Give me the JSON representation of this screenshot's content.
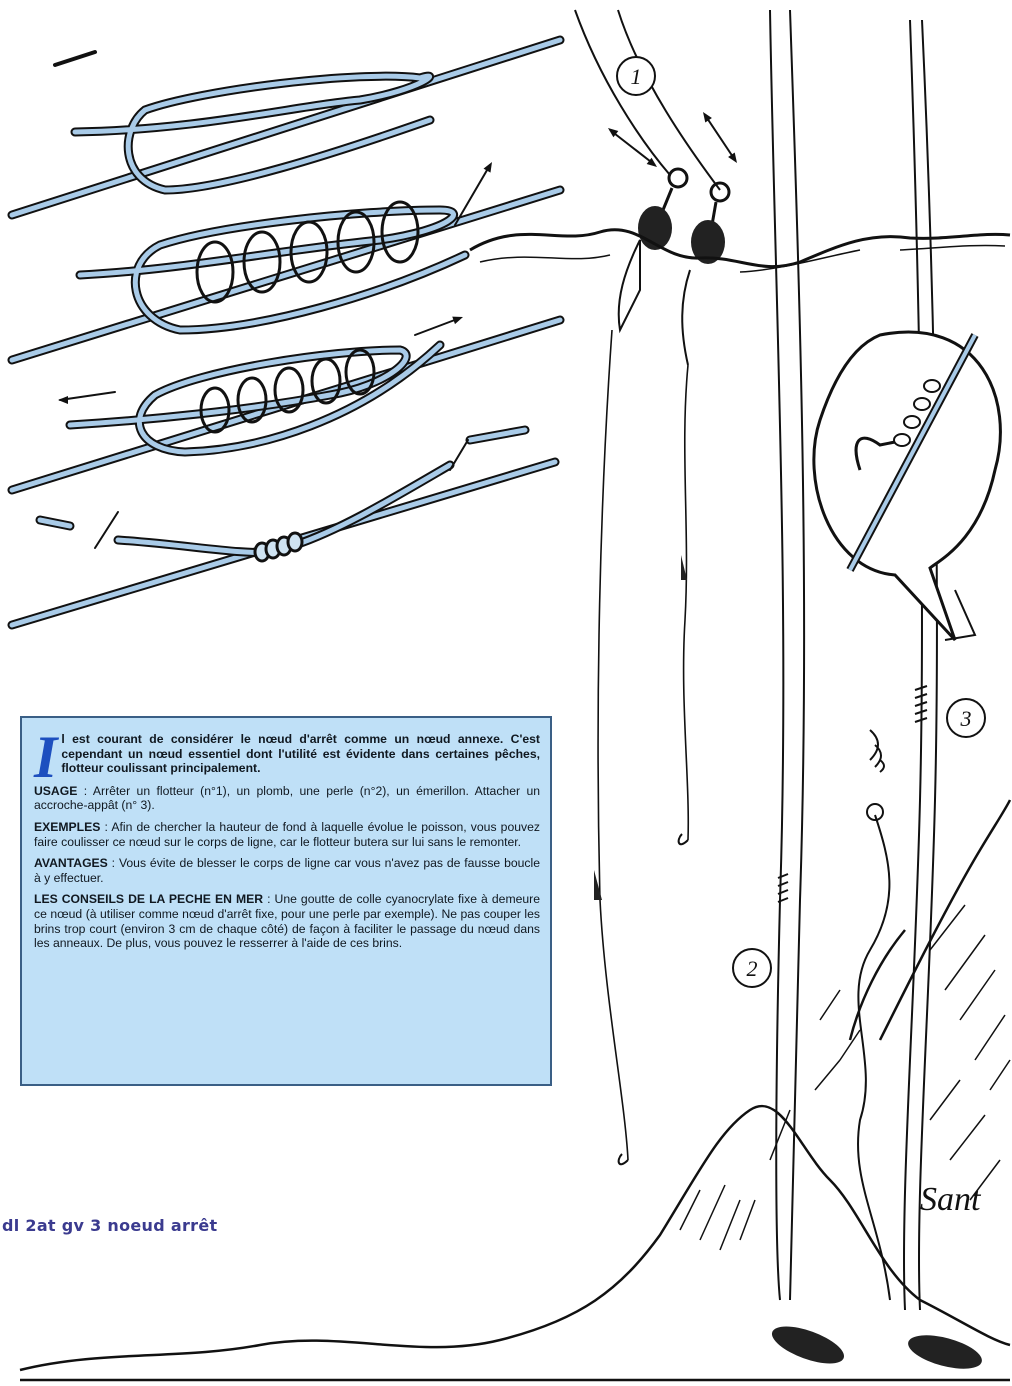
{
  "labels": {
    "float_1": "1",
    "float_2": "2",
    "float_3": "3"
  },
  "box": {
    "dropcap": "I",
    "intro_rest": "l est courant de considérer le nœud d'arrêt comme un nœud annexe. C'est cependant un nœud essentiel dont l'utilité est évidente dans certaines pêches, flotteur coulissant principalement.",
    "usage": {
      "title": "USAGE",
      "text": " : Arrêter un flotteur (n°1), un plomb, une perle (n°2), un émerillon. Attacher un accroche-appât (n° 3)."
    },
    "exemples": {
      "title": "EXEMPLES",
      "text": " : Afin de chercher la hauteur de fond à laquelle évolue le poisson, vous pouvez faire coulisser ce nœud sur le corps de ligne, car le flotteur butera sur lui sans le remonter."
    },
    "avantages": {
      "title": "AVANTAGES",
      "text": " : Vous évite de blesser le corps de ligne car vous n'avez pas de fausse boucle à y effectuer."
    },
    "conseils": {
      "title": "LES CONSEILS DE LA PECHE EN MER",
      "text": " : Une goutte de colle cyanocrylate fixe à demeure ce nœud (à utiliser comme nœud d'arrêt fixe, pour une perle par exemple). Ne pas couper les brins trop court (environ 3 cm de chaque côté) de façon à faciliter le passage du nœud dans les anneaux. De plus, vous pouvez le resserrer à l'aide de ces brins."
    }
  },
  "caption": "dl 2at gv 3 noeud arrêt",
  "signature": "Sant",
  "colors": {
    "line_blue": "#a9cbe8",
    "box_blue": "#bfe0f7",
    "box_border": "#3a5f86",
    "dropcap_blue": "#1d4fbf",
    "caption_blue": "#3b3b8f"
  }
}
